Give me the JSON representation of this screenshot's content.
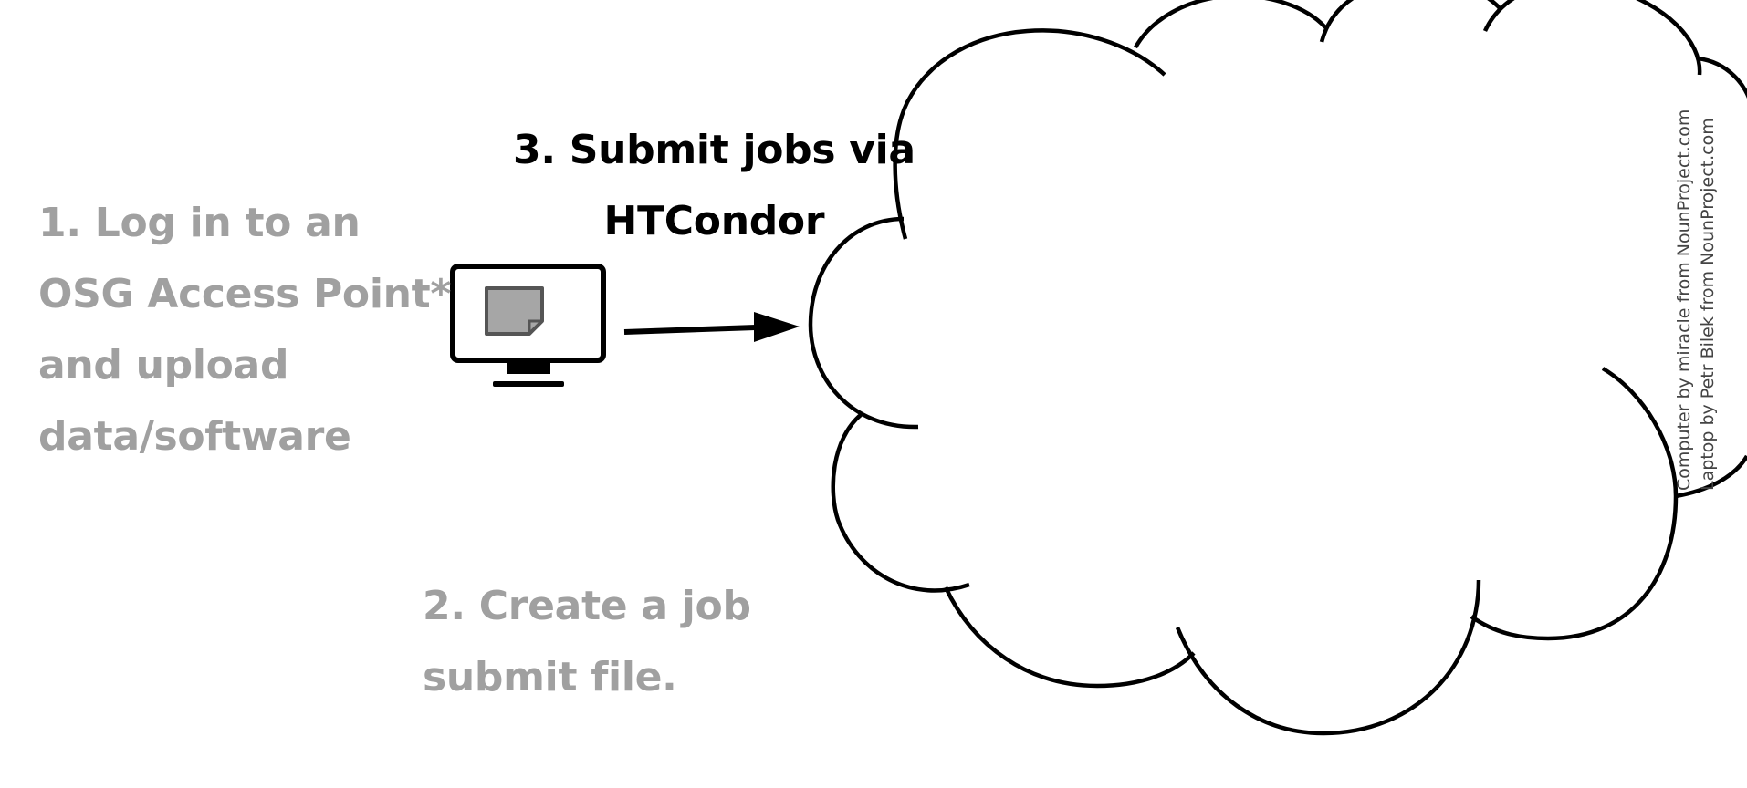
{
  "steps": [
    {
      "lines": [
        "1. Log in to an",
        "OSG Access Point*",
        "and upload",
        "data/software"
      ],
      "color": "#a0a0a0"
    },
    {
      "lines": [
        "2. Create a job",
        "submit file."
      ],
      "color": "#a0a0a0"
    },
    {
      "lines": [
        "3. Submit jobs via",
        "HTCondor"
      ],
      "color": "#000000"
    }
  ],
  "credits": [
    "Computer by miracle from NounProject.com",
    "Laptop by Petr Bilek from NounProject.com"
  ],
  "icons": {
    "computer": "computer-monitor-icon",
    "cloud": "cloud-shape",
    "arrow": "arrow-right"
  }
}
